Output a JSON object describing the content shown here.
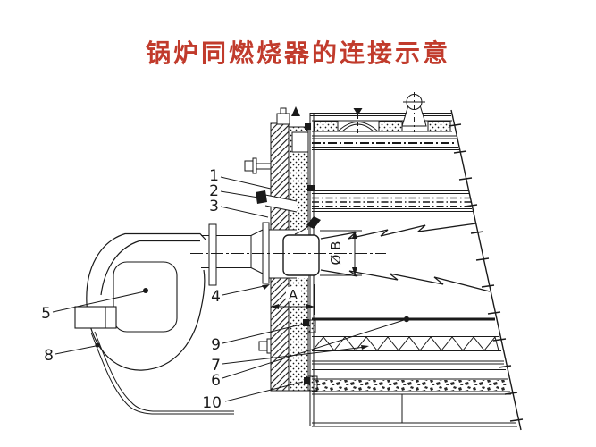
{
  "title": {
    "text": "锅炉同燃烧器的连接示意"
  },
  "diagram": {
    "type": "boiler-burner-connection-schematic",
    "part_labels": [
      "1",
      "2",
      "3",
      "4",
      "5",
      "6",
      "7",
      "8",
      "9",
      "10"
    ],
    "dimensions": {
      "bore": "Ø B",
      "wall": "A"
    }
  },
  "colors": {
    "title": "#c13b2c",
    "line": "#1a1a1a",
    "background": "#ffffff"
  }
}
